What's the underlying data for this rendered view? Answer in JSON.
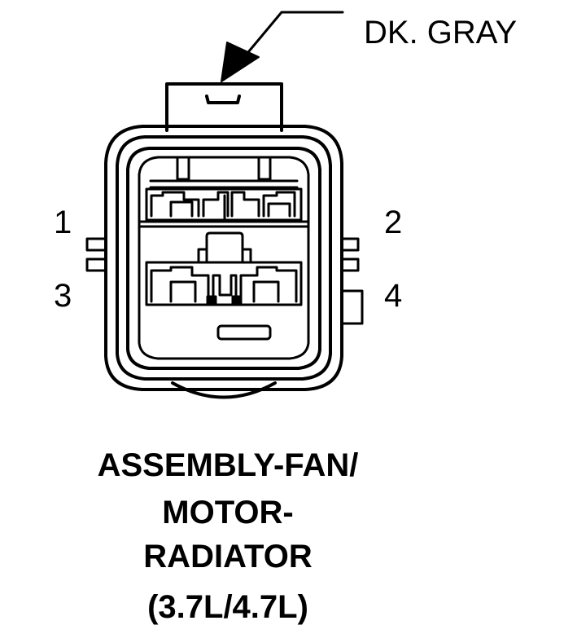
{
  "callout": {
    "wire_color": "DK. GRAY"
  },
  "pins": {
    "pin1": "1",
    "pin2": "2",
    "pin3": "3",
    "pin4": "4"
  },
  "title": {
    "line1": "ASSEMBLY-FAN/",
    "line2": "MOTOR-",
    "line3": "RADIATOR",
    "line4": "(3.7L/4.7L)"
  }
}
